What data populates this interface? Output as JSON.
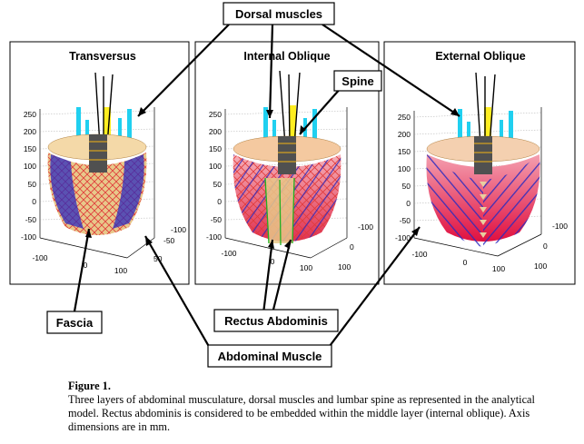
{
  "panels": [
    {
      "title": "Transversus",
      "z_ticks": [
        "250",
        "200",
        "150",
        "100",
        "50",
        "0",
        "-50",
        "-100"
      ],
      "x_ticks": [
        "-100",
        "0",
        "100"
      ],
      "y_ticks": [
        "-100",
        "-50",
        "50"
      ],
      "colors": {
        "band": "#e8c88a",
        "mesh": "#e03a3a",
        "stripe": "#2b2bbf"
      }
    },
    {
      "title": "Internal Oblique",
      "z_ticks": [
        "250",
        "200",
        "150",
        "100",
        "50",
        "0",
        "-50",
        "-100"
      ],
      "x_ticks": [
        "-100",
        "0",
        "100"
      ],
      "y_ticks": [
        "-100",
        "0",
        "100"
      ],
      "colors": {
        "band": "#e86a8a",
        "mesh": "#e03a3a",
        "stripe": "#2b2bbf"
      }
    },
    {
      "title": "External Oblique",
      "z_ticks": [
        "250",
        "200",
        "150",
        "100",
        "50",
        "0",
        "-50",
        "-100"
      ],
      "x_ticks": [
        "-100",
        "0",
        "100"
      ],
      "y_ticks": [
        "-100",
        "0",
        "100"
      ],
      "colors": {
        "band": "#e8306a",
        "mesh": "#ff3030",
        "stripe": "#2b2bbf"
      }
    }
  ],
  "callouts": {
    "dorsal": "Dorsal muscles",
    "spine": "Spine",
    "fascia": "Fascia",
    "rectus": "Rectus Abdominis",
    "abdominal": "Abdominal Muscle"
  },
  "caption": {
    "title": "Figure 1.",
    "body": "Three layers of abdominal musculature, dorsal muscles and lumbar spine as represented in the analytical model. Rectus abdominis is considered to be embedded within the middle layer (internal oblique). Axis dimensions are in mm."
  }
}
